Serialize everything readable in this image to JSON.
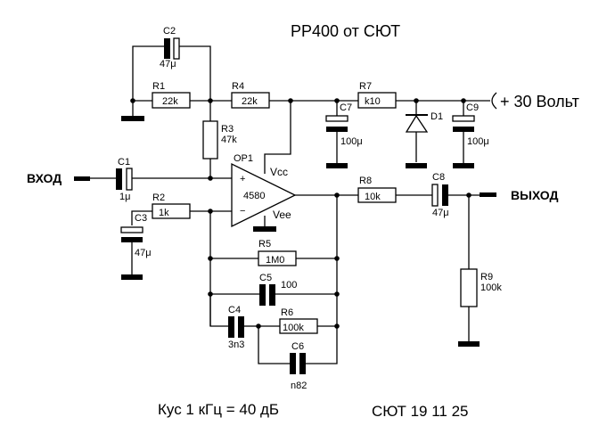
{
  "title": "PP400 от СЮТ",
  "supply_label": "+ 30 Вольт",
  "input_label": "ВХОД",
  "output_label": "ВЫХОД",
  "gain_note": "Кус 1 кГц = 40 дБ",
  "signature": "СЮТ 19 11 25",
  "opamp": {
    "ref": "OP1",
    "part": "4580",
    "vcc": "Vcc",
    "vee": "Vee",
    "plus": "+",
    "minus": "−"
  },
  "components": {
    "C1": {
      "ref": "C1",
      "value": "1μ"
    },
    "C2": {
      "ref": "C2",
      "value": "47μ"
    },
    "C3": {
      "ref": "C3",
      "value": "47μ"
    },
    "C4": {
      "ref": "C4",
      "value": "3n3"
    },
    "C5": {
      "ref": "C5",
      "value": "100"
    },
    "C6": {
      "ref": "C6",
      "value": "n82"
    },
    "C7": {
      "ref": "C7",
      "value": "100μ"
    },
    "C8": {
      "ref": "C8",
      "value": "47μ"
    },
    "C9": {
      "ref": "C9",
      "value": "100μ"
    },
    "R1": {
      "ref": "R1",
      "value": "22k"
    },
    "R2": {
      "ref": "R2",
      "value": "1k"
    },
    "R3": {
      "ref": "R3",
      "value": "47k"
    },
    "R4": {
      "ref": "R4",
      "value": "22k"
    },
    "R5": {
      "ref": "R5",
      "value": "1M0"
    },
    "R6": {
      "ref": "R6",
      "value": "100k"
    },
    "R7": {
      "ref": "R7",
      "value": "k10"
    },
    "R8": {
      "ref": "R8",
      "value": "10k"
    },
    "R9": {
      "ref": "R9",
      "value": "100k"
    },
    "D1": {
      "ref": "D1"
    }
  }
}
